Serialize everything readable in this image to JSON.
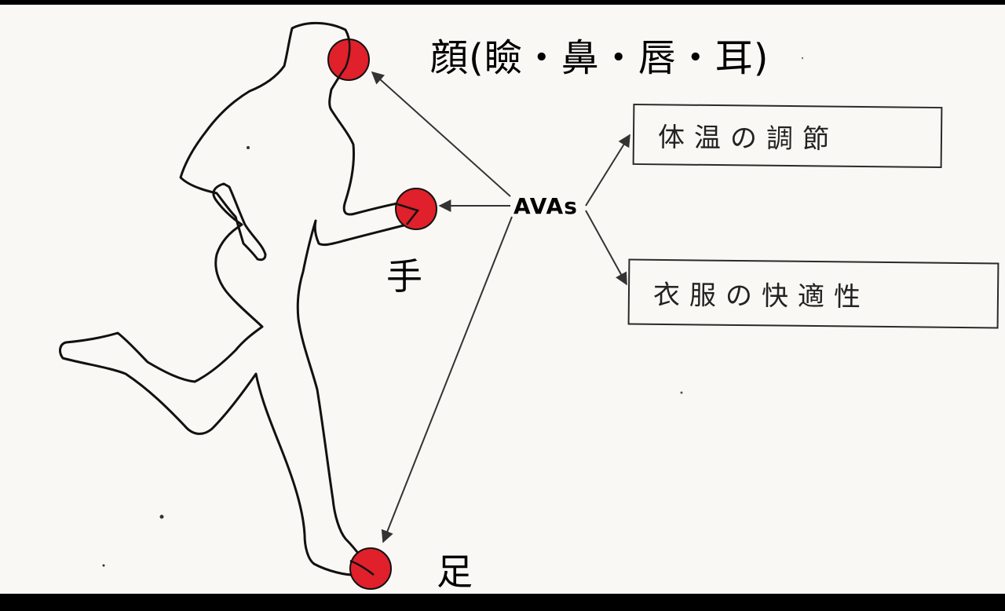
{
  "labels": {
    "face": "顔(瞼・鼻・唇・耳)",
    "hand": "手",
    "foot": "足",
    "avas": "AVAs"
  },
  "boxes": {
    "thermoregulation": "体温の調節",
    "clothing_comfort": "衣服の快適性"
  },
  "colors": {
    "spot_fill": "#e0202a",
    "outline": "#111111",
    "arrow": "#333333",
    "background": "#faf8f4"
  }
}
